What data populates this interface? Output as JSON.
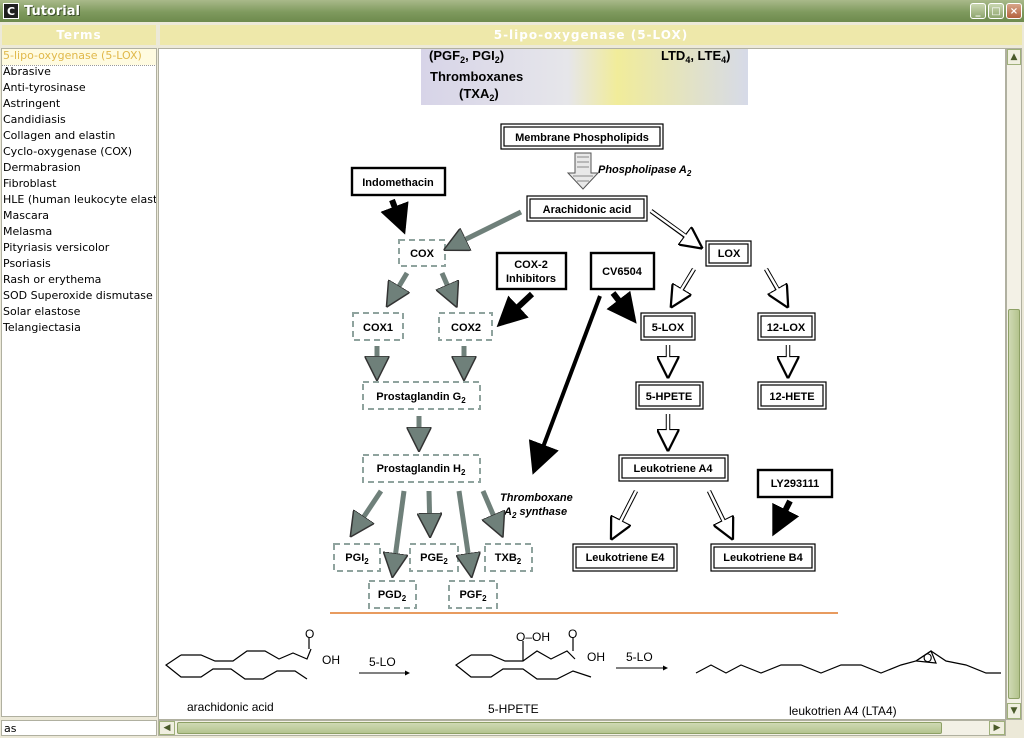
{
  "window": {
    "title": "Tutorial",
    "app_icon": "C",
    "minimize": "_",
    "maximize": "□",
    "close": "×"
  },
  "left_panel": {
    "header": "Terms",
    "search_value": "as",
    "items": [
      "5-lipo-oxygenase (5-LOX)",
      "Abrasive",
      "Anti-tyrosinase",
      "Astringent",
      "Candidiasis",
      "Collagen and elastin",
      "Cyclo-oxygenase (COX)",
      "Dermabrasion",
      "Fibroblast",
      "HLE (human leukocyte elastase)",
      "Mascara",
      "Melasma",
      "Pityriasis versicolor",
      "Psoriasis",
      "Rash or erythema",
      "SOD Superoxide dismutase",
      "Solar elastose",
      "Telangiectasia"
    ]
  },
  "content": {
    "header": "5-lipo-oxygenase (5-LOX)",
    "image_top": {
      "left_top": "(PGF",
      "left_sub": "2",
      "left_mid": ", PGI",
      "left_sub2": "2",
      "left_end": ")",
      "thromboxanes": "Thromboxanes",
      "txa": "(TXA",
      "txa_sub": "2",
      "txa_end": ")",
      "right": "LTD",
      "right_sub": "4",
      "right_mid": ", LTE",
      "right_sub2": "4",
      "right_end": ")"
    },
    "diagram": {
      "membrane": "Membrane Phospholipids",
      "phospholipase": "Phospholipase A",
      "phospholipase_sub": "2",
      "arachidonic": "Arachidonic acid",
      "indomethacin": "Indomethacin",
      "cox": "COX",
      "lox": "LOX",
      "cox2_inhib_1": "COX-2",
      "cox2_inhib_2": "Inhibitors",
      "cv6504": "CV6504",
      "cox1": "COX1",
      "cox2": "COX2",
      "five_lox": "5-LOX",
      "twelve_lox": "12-LOX",
      "pg_g": "Prostaglandin G",
      "pg_g_sub": "2",
      "pg_h": "Prostaglandin H",
      "pg_h_sub": "2",
      "five_hpete": "5-HPETE",
      "twelve_hete": "12-HETE",
      "lta4": "Leukotriene A4",
      "ly": "LY293111",
      "txa_synth_1": "Thromboxane",
      "txa_synth_2": "A",
      "txa_synth_sub": "2",
      "txa_synth_3": " synthase",
      "lte4": "Leukotriene E4",
      "ltb4": "Leukotriene B4",
      "pgi": "PGI",
      "pgi_sub": "2",
      "pge": "PGE",
      "pge_sub": "2",
      "txb": "TXB",
      "txb_sub": "2",
      "pgd": "PGD",
      "pgd_sub": "2",
      "pgf": "PGF",
      "pgf_sub": "2"
    },
    "chem": {
      "oh": "OH",
      "o": "O",
      "ooh": "O–OH",
      "oh2": "OH",
      "o2": "O",
      "o3": "O",
      "arrow1": "5-LO",
      "arrow2": "5-LO",
      "label1": "arachidonic acid",
      "label2": "5-HPETE",
      "label3": "leukotrien A4 (LTA4)"
    }
  },
  "colors": {
    "title_green": "#7f9a5e",
    "header_tan": "#eee8aa",
    "dashed_box": "#8fa39e",
    "orange_rule": "#e07a2a"
  }
}
